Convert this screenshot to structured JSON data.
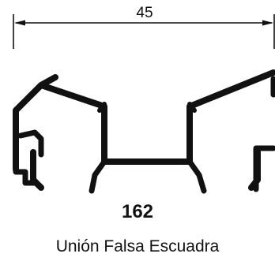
{
  "dimension": {
    "value": "45"
  },
  "profile": {
    "code": "162",
    "name": "Unión Falsa Escuadra"
  },
  "colors": {
    "ink": "#111111",
    "background": "#ffffff"
  }
}
